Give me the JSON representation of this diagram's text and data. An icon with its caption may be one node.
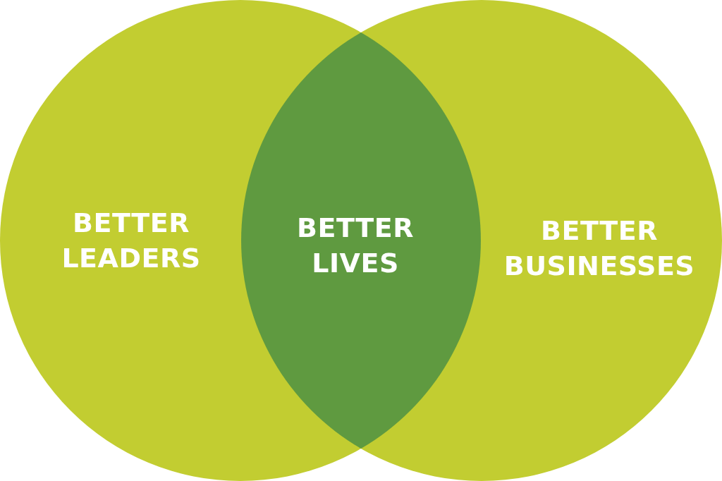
{
  "diagram": {
    "nodes": [
      {
        "text": [
          "BETTER LEADERS"
        ]
      },
      {
        "text": [
          "BETTER BUSINESSES"
        ]
      },
      {
        "text": [
          "BETTER LIVES"
        ]
      }
    ]
  }
}
